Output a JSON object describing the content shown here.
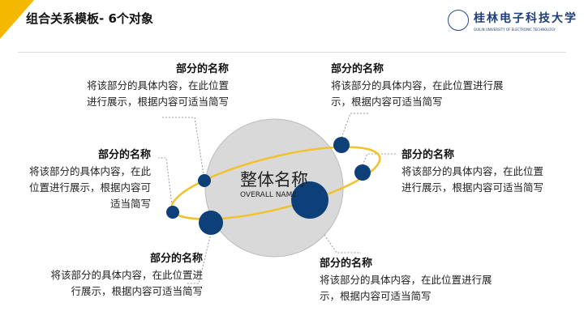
{
  "header": {
    "title": "组合关系模板- 6个对象",
    "logo_cn": "桂林电子科技大学",
    "logo_en": "GUILIN UNIVERSITY OF ELECTRONIC TECHNOLOGY"
  },
  "center": {
    "title": "整体名称",
    "subtitle": "OVERALL NAME"
  },
  "colors": {
    "accent": "#f5b800",
    "node": "#0d3f78",
    "orbit": "#f2c12e",
    "sphere": "#d9d9d9"
  },
  "items": [
    {
      "title": "部分的名称",
      "lines": [
        "将该部分的具体内容，在此位置",
        "进行展示，根据内容可适当简写"
      ]
    },
    {
      "title": "部分的名称",
      "lines": [
        "将该部分的具体内容，在此",
        "位置进行展示，根据内容可",
        "适当简写"
      ]
    },
    {
      "title": "部分的名称",
      "lines": [
        "将该部分的具体内容，在此位置进",
        "行展示，根据内容可适当简写"
      ]
    },
    {
      "title": "部分的名称",
      "lines": [
        "将该部分的具体内容，在此位置进行展",
        "示，根据内容可适当简写"
      ]
    },
    {
      "title": "部分的名称",
      "lines": [
        "将该部分的具体内容，在此位置",
        "进行展示，根据内容可适当简写"
      ]
    },
    {
      "title": "部分的名称",
      "lines": [
        "将该部分的具体内容，在此位置进行展",
        "示，根据内容可适当简写"
      ]
    }
  ]
}
